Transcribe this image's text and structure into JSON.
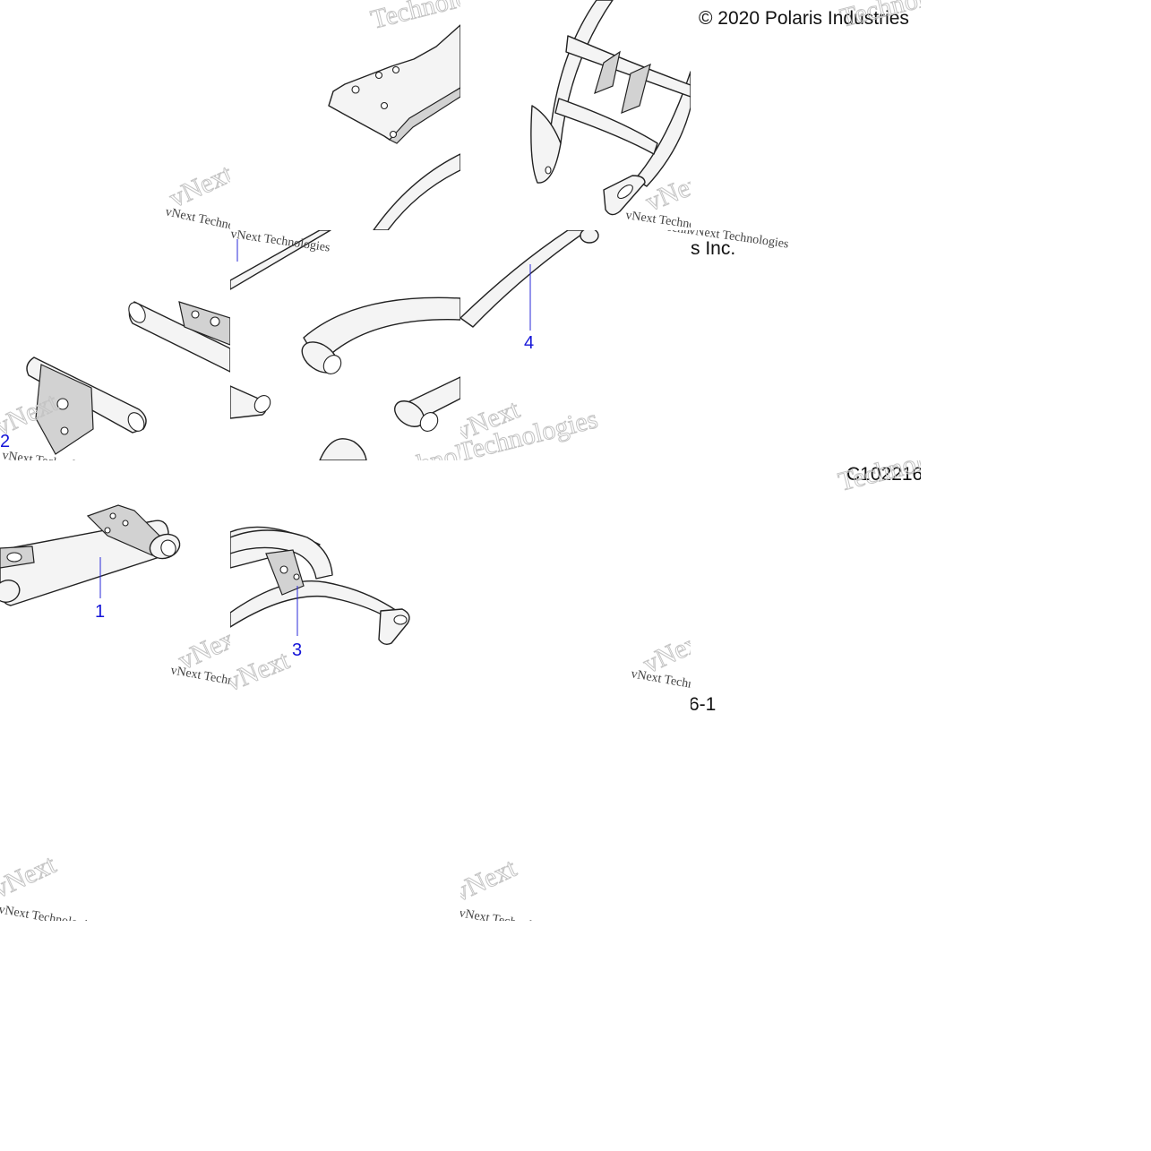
{
  "copyright": {
    "line_start": "© 2020 Polaris Industries",
    "line_end": "s Inc."
  },
  "drawing_id": {
    "part_a": "C102216",
    "part_b": "6-1"
  },
  "callouts": [
    "1",
    "2",
    "3",
    "4"
  ],
  "watermark": {
    "big_word": "Technologies",
    "brand_word": "vNext",
    "small_line": "vNext Technologies"
  },
  "colors": {
    "callout": "#1515d8",
    "text": "#111111",
    "outline": "#222222",
    "fill": "#f4f4f4",
    "watermark": "#c4c4c4"
  }
}
